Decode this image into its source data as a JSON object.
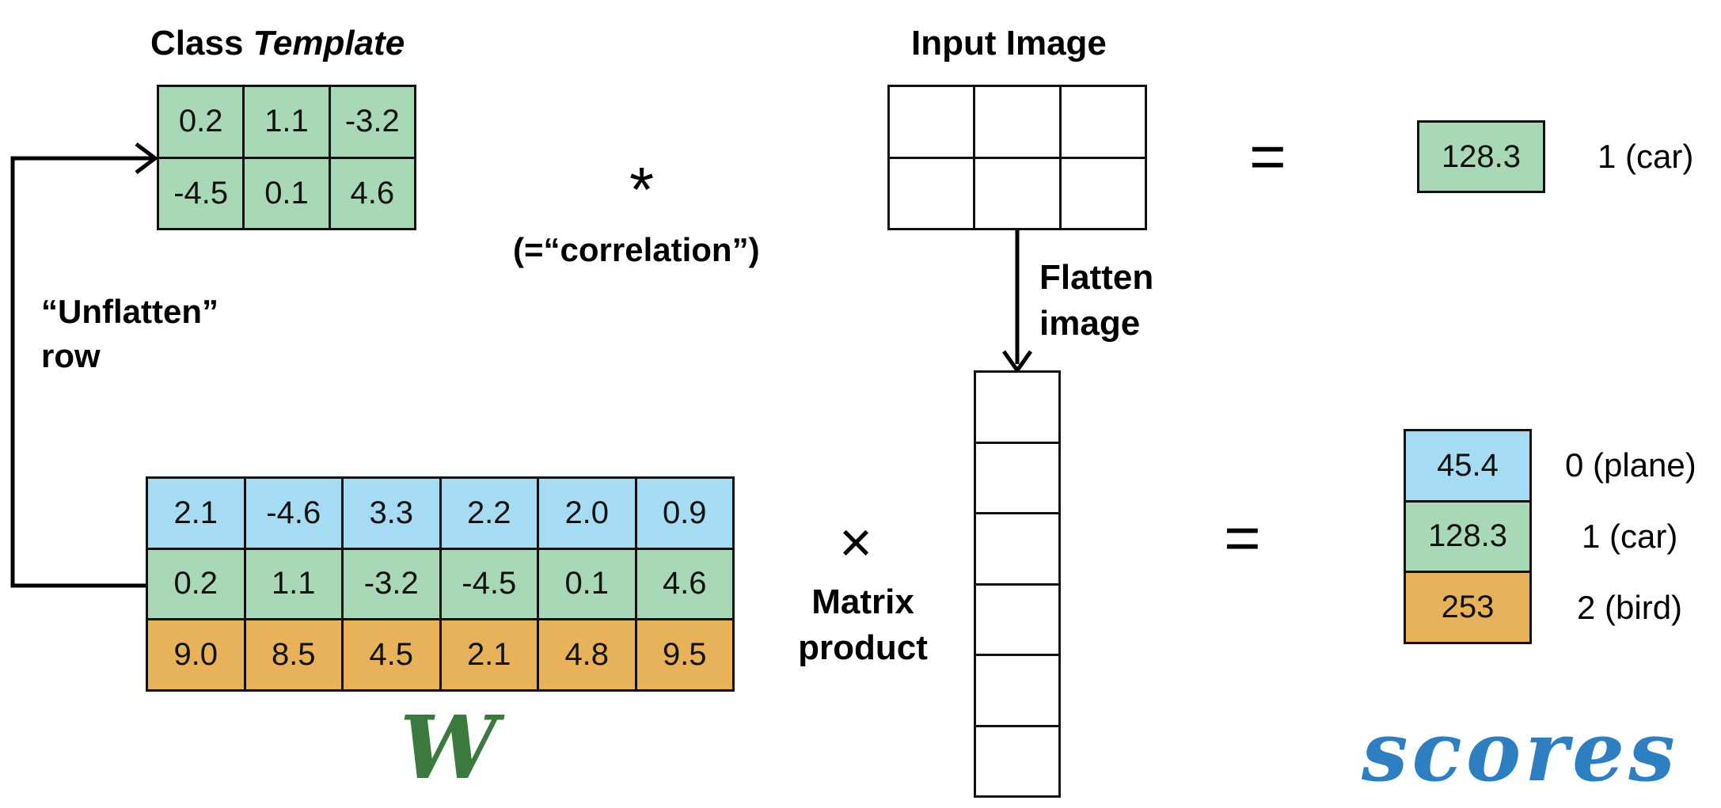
{
  "template": {
    "title_prefix": "Class ",
    "title_italic": "Template",
    "rows": [
      [
        "0.2",
        "1.1",
        "-3.2"
      ],
      [
        "-4.5",
        "0.1",
        "4.6"
      ]
    ]
  },
  "unflatten_label": [
    "“Unflatten”",
    "row"
  ],
  "operator_star": {
    "symbol": "*",
    "note": "(=“correlation”)"
  },
  "input_image": {
    "title": "Input Image"
  },
  "flatten_label": [
    "Flatten",
    "image"
  ],
  "top_result": {
    "equals": "=",
    "value": "128.3",
    "class_label": "1 (car)"
  },
  "weight_matrix": {
    "rows": [
      [
        "2.1",
        "-4.6",
        "3.3",
        "2.2",
        "2.0",
        "0.9"
      ],
      [
        "0.2",
        "1.1",
        "-3.2",
        "-4.5",
        "0.1",
        "4.6"
      ],
      [
        "9.0",
        "8.5",
        "4.5",
        "2.1",
        "4.8",
        "9.5"
      ]
    ],
    "symbol": "W"
  },
  "operator_times": {
    "symbol": "×",
    "label": [
      "Matrix",
      "product"
    ]
  },
  "scores": {
    "equals": "=",
    "values": [
      "45.4",
      "128.3",
      "253"
    ],
    "labels": [
      "0 (plane)",
      "1 (car)",
      "2 (bird)"
    ],
    "symbol": "scores"
  },
  "colors": {
    "green_row": "#a8d8b5",
    "blue_row": "#a6dcf3",
    "orange_row": "#e8b25a",
    "W_text": "#3a7a3f",
    "scores_text": "#2e7fc1"
  }
}
